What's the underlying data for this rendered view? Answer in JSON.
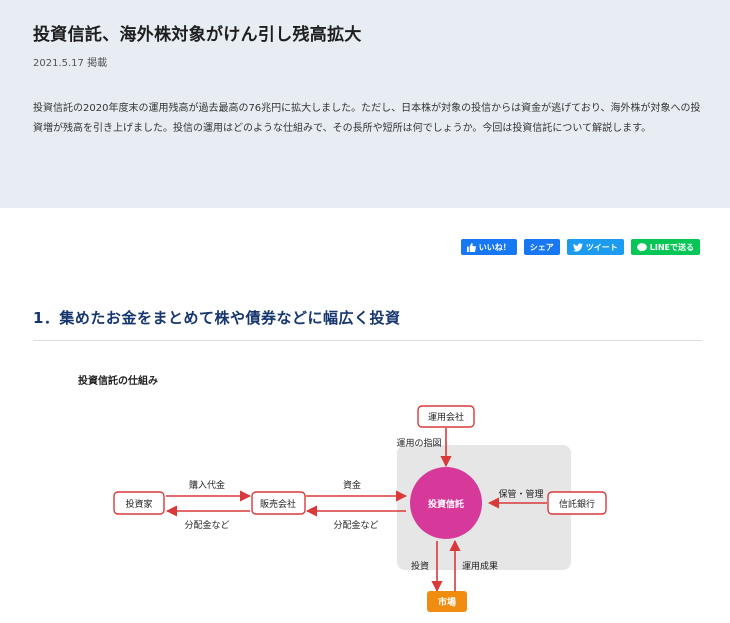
{
  "article": {
    "title": "投資信託、海外株対象がけん引し残高拡大",
    "date": "2021.5.17 掲載",
    "lead": "投資信託の2020年度末の運用残高が過去最高の76兆円に拡大しました。ただし、日本株が対象の投信からは資金が逃げており、海外株が対象への投資増が残高を引き上げました。投信の運用はどのような仕組みで、その長所や短所は何でしょうか。今回は投資信託について解説します。"
  },
  "share": {
    "like": "いいね！",
    "facebook": "シェア",
    "twitter": "ツイート",
    "line": "LINEで送る"
  },
  "section": {
    "heading": "1．集めたお金をまとめて株や債券などに幅広く投資"
  },
  "diagram": {
    "title": "投資信託の仕組み",
    "nodes": {
      "investor": "投資家",
      "distributor": "販売会社",
      "fund": "投資信託",
      "manager": "運用会社",
      "trustee": "信託銀行",
      "market": "市場"
    },
    "labels": {
      "purchase": "購入代金",
      "distribution_to_investor": "分配金など",
      "funds": "資金",
      "distribution_to_distributor": "分配金など",
      "instruction": "運用の指図",
      "custody": "保管・管理",
      "invest": "投資",
      "results": "運用成果"
    },
    "colors": {
      "arrow": "#d9393a",
      "node_border": "#d9393a",
      "fund_circle": "#d6399a",
      "market_box": "#f08c10",
      "panel": "#e6e6e6"
    }
  }
}
